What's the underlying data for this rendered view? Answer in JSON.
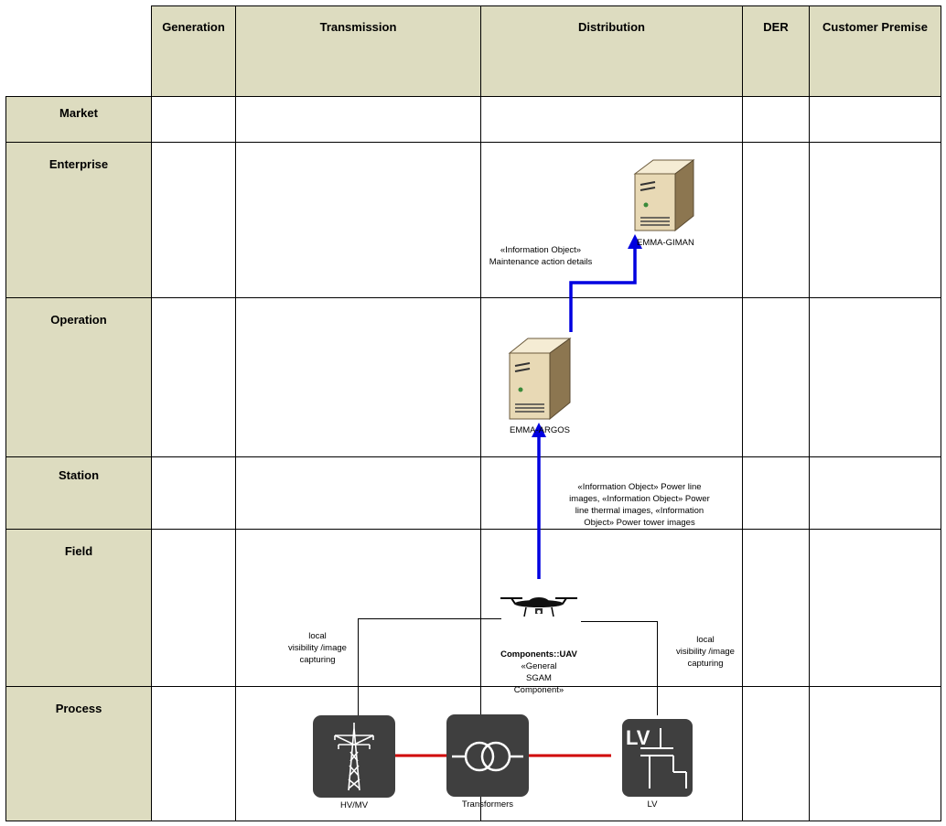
{
  "columns": [
    "Generation",
    "Transmission",
    "Distribution",
    "DER",
    "Customer Premise"
  ],
  "rows": [
    "Market",
    "Enterprise",
    "Operation",
    "Station",
    "Field",
    "Process"
  ],
  "servers": {
    "giman": "EMMA-GIMAN",
    "argos": "EMMA-ARGOS"
  },
  "flows": {
    "maintenance_line1": "«Information Object»",
    "maintenance_line2": "Maintenance action details",
    "images_line1": "«Information Object» Power line",
    "images_line2": "images, «Information Object» Power",
    "images_line3": "line thermal images, «Information",
    "images_line4": "Object» Power tower images"
  },
  "uav": {
    "name": "Components::UAV",
    "stereo1": "«General",
    "stereo2": "SGAM",
    "stereo3": "Component»"
  },
  "capture_left": [
    "local",
    "visibility /image",
    "capturing"
  ],
  "capture_right": [
    "local",
    "visibility /image",
    "capturing"
  ],
  "process_components": {
    "hvmv": "HV/MV",
    "transformers": "Transformers",
    "lv": "LV",
    "lv_icon_text": "LV"
  },
  "colors": {
    "header_bg": "#dddcc0",
    "flow_arrow": "#0000e0",
    "power_line": "#d00000",
    "icon_bg": "#3f3f3f"
  }
}
